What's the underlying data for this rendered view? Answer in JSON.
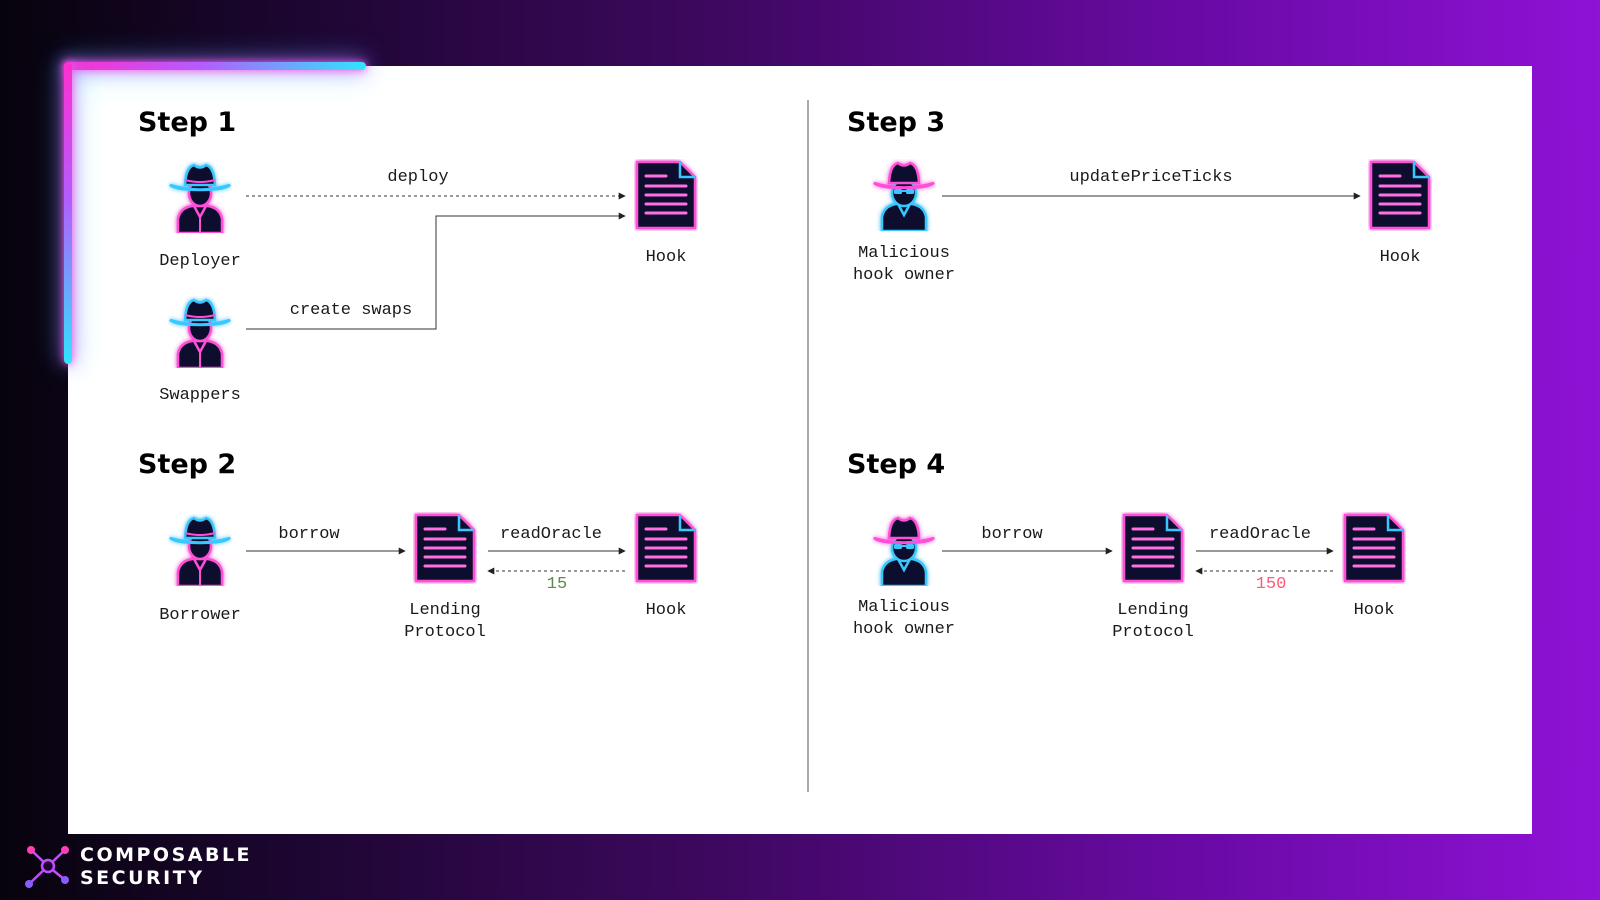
{
  "colors": {
    "neon_pink": "#ff2fd0",
    "neon_cyan": "#2fe6ff",
    "icon_fill": "#0c0c2e",
    "value_ok": "#5b8c4e",
    "value_bad": "#ff5a78"
  },
  "icons": {
    "actor": "spy-person-icon",
    "malicious_actor": "hooded-spy-icon",
    "contract": "document-icon"
  },
  "step1": {
    "title": "Step 1",
    "deployer_label": "Deployer",
    "swappers_label": "Swappers",
    "hook_label": "Hook",
    "deploy_label": "deploy",
    "create_swaps_label": "create swaps"
  },
  "step2": {
    "title": "Step 2",
    "borrower_label": "Borrower",
    "lending_label_1": "Lending",
    "lending_label_2": "Protocol",
    "hook_label": "Hook",
    "borrow_label": "borrow",
    "read_oracle_label": "readOracle",
    "oracle_value": "15"
  },
  "step3": {
    "title": "Step 3",
    "owner_label_1": "Malicious",
    "owner_label_2": "hook owner",
    "hook_label": "Hook",
    "update_label": "updatePriceTicks"
  },
  "step4": {
    "title": "Step 4",
    "owner_label_1": "Malicious",
    "owner_label_2": "hook owner",
    "lending_label_1": "Lending",
    "lending_label_2": "Protocol",
    "hook_label": "Hook",
    "borrow_label": "borrow",
    "read_oracle_label": "readOracle",
    "oracle_value": "150"
  },
  "logo": {
    "line1": "COMPOSABLE",
    "line2": "SECURITY"
  }
}
